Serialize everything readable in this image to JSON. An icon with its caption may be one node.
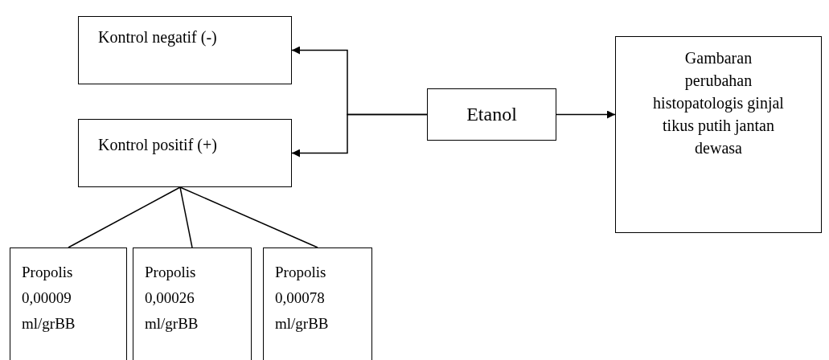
{
  "diagram": {
    "nodes": [
      {
        "text": [
          "Kontrol negatif (-)"
        ]
      },
      {
        "text": [
          "Kontrol positif (+)"
        ]
      },
      {
        "text": [
          "Etanol"
        ]
      },
      {
        "text": [
          "Gambaran perubahan histopatologis ginjal tikus putih jantan dewasa"
        ]
      },
      {
        "text": [
          "Propolis 0,00009 ml/grBB"
        ]
      },
      {
        "text": [
          "Propolis 0,00026 ml/grBB"
        ]
      },
      {
        "text": [
          "Propolis 0,00078 ml/grBB"
        ]
      }
    ],
    "edges": [
      {
        "from": 2,
        "to": 0,
        "arrow": "to"
      },
      {
        "from": 2,
        "to": 1,
        "arrow": "to"
      },
      {
        "from": 2,
        "to": 3,
        "arrow": "to"
      },
      {
        "from": 1,
        "to": 4,
        "arrow": "none"
      },
      {
        "from": 1,
        "to": 5,
        "arrow": "none"
      },
      {
        "from": 1,
        "to": 6,
        "arrow": "none"
      }
    ]
  }
}
